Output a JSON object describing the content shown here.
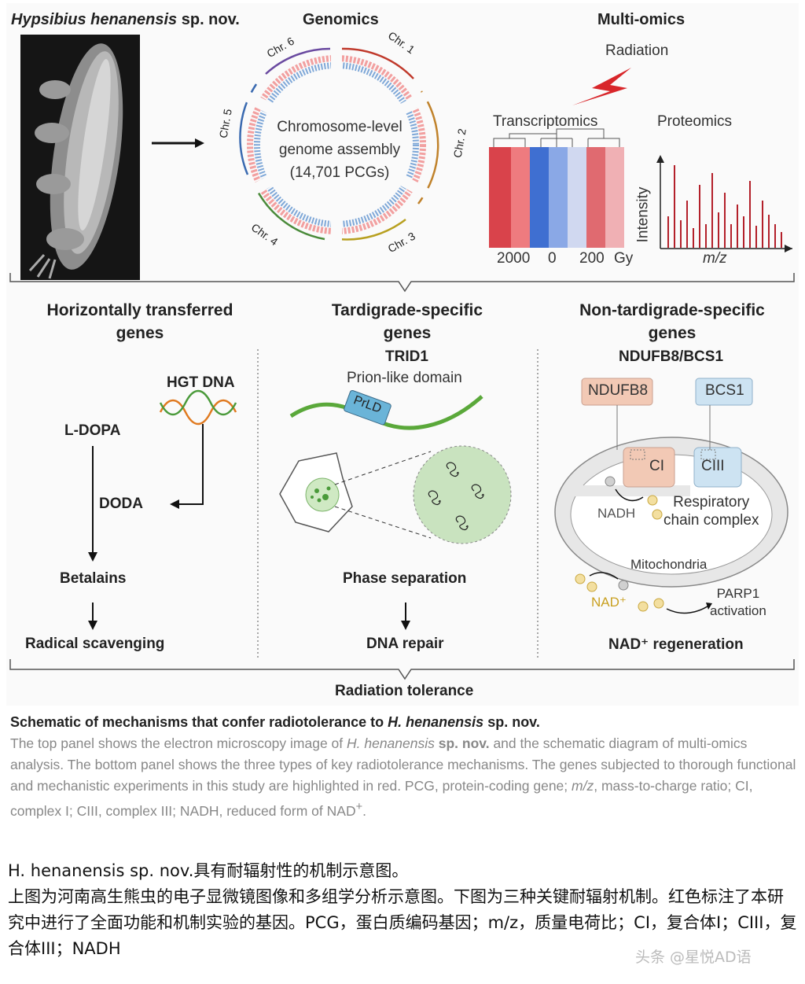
{
  "top": {
    "species_label_italic": "Hypsibius henanensis",
    "species_label_suffix": " sp. nov.",
    "genomics_title": "Genomics",
    "multiomics_title": "Multi-omics",
    "circos_center": [
      "Chromosome-level",
      "genome assembly",
      "(14,701 PCGs)"
    ],
    "chromosomes": [
      "Chr. 1",
      "Chr. 2",
      "Chr. 3",
      "Chr. 4",
      "Chr. 5",
      "Chr. 6"
    ],
    "radiation_label": "Radiation",
    "transcriptomics_label": "Transcriptomics",
    "proteomics_label": "Proteomics",
    "heatmap_axis": [
      "2000",
      "0",
      "200",
      "Gy"
    ],
    "intensity_label": "Intensity",
    "mz_label": "m/z"
  },
  "bottom": {
    "col1": {
      "title": [
        "Horizontally transferred",
        "genes"
      ],
      "hgt_label": "HGT DNA",
      "ldopa_label": "L-DOPA",
      "doda_label": "DODA",
      "betalains_label": "Betalains",
      "outcome": "Radical scavenging"
    },
    "col2": {
      "title": [
        "Tardigrade-specific",
        "genes"
      ],
      "gene": "TRID1",
      "domain_label": "Prion-like domain",
      "prld_label": "PrLD",
      "phase_label": "Phase separation",
      "outcome": "DNA repair"
    },
    "col3": {
      "title": [
        "Non-tardigrade-specific",
        "genes"
      ],
      "gene": "NDUFB8/BCS1",
      "ndufb8_label": "NDUFB8",
      "bcs1_label": "BCS1",
      "ci_label": "CI",
      "ciii_label": "CIII",
      "nadh_label": "NADH",
      "resp_label": [
        "Respiratory",
        "chain complex"
      ],
      "mito_label": "Mitochondria",
      "nad_label": "NAD⁺",
      "parp_label": [
        "PARP1",
        "activation"
      ],
      "outcome": "NAD⁺ regeneration"
    },
    "conclusion": "Radiation tolerance"
  },
  "caption": {
    "title_prefix": "Schematic of mechanisms that confer radiotolerance to ",
    "title_italic": "H. henanensis",
    "title_suffix": " sp. nov.",
    "p1": "The top panel shows the electron microscopy image of ",
    "p1_italic": "H. henanensis",
    "p1_bold": " sp. nov.",
    "p2": " and the schematic diagram of multi-omics analysis. The bottom panel shows the three types of key radiotolerance mechanisms. The genes subjected to thorough functional and mechanistic experiments in this study are highlighted in red. PCG, protein-coding gene; ",
    "p2_italic": "m/z",
    "p3": ", mass-to-charge ratio; CI, complex I; CIII, complex III; NADH, reduced form of NAD",
    "p3_sup": "+",
    "p3_end": "."
  },
  "caption_cn": {
    "line1": "H. henanensis sp. nov.具有耐辐射性的机制示意图。",
    "body": "上图为河南高生熊虫的电子显微镜图像和多组学分析示意图。下图为三种关键耐辐射机制。红色标注了本研究中进行了全面功能和机制实验的基因。PCG，蛋白质编码基因；m/z，质量电荷比；CI，复合体I；CIII，复合体III；NADH"
  },
  "watermark": "头条 @星悦AD语",
  "colors": {
    "highlight_red": "#b3202a",
    "chr1": "#c0392b",
    "chr2": "#c0822b",
    "chr3": "#b8a020",
    "chr4": "#4a8a3a",
    "chr5": "#3a6ab0",
    "chr6": "#6a4aa0",
    "ndufb8_fill": "#f2c9b5",
    "bcs1_fill": "#cde3f2",
    "droplet": "#c9e3bf"
  }
}
